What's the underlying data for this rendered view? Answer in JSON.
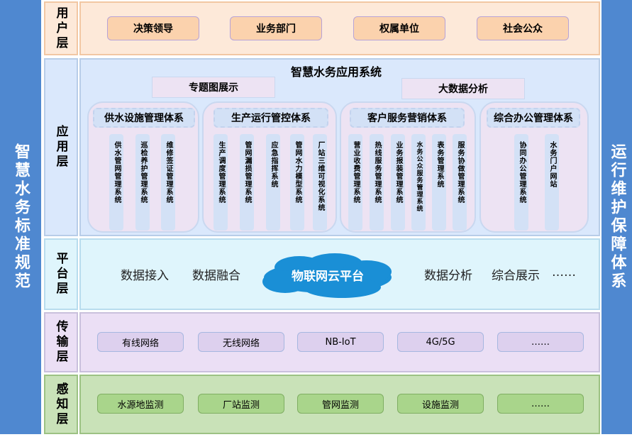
{
  "left_bar": "智慧水务标准规范",
  "right_bar": "运行维护保障体系",
  "user_layer": {
    "label": "用户层",
    "items": [
      "决策领导",
      "业务部门",
      "权属单位",
      "社会公众"
    ]
  },
  "app_layer": {
    "label": "应用层",
    "title": "智慧水务应用系统",
    "thematic": "专题图展示",
    "bigdata": "大数据分析",
    "groups": [
      {
        "title": "供水设施管理体系",
        "items": [
          "供水管网管理系统",
          "巡检养护管理系统",
          "维修签证管理系统"
        ]
      },
      {
        "title": "生产运行管控体系",
        "items": [
          "生产调度管理系统",
          "管网漏损管理系统",
          "应急指挥系统",
          "管网水力模型系统",
          "厂站三维可视化系统"
        ]
      },
      {
        "title": "客户服务营销体系",
        "items": [
          "营业收费管理系统",
          "热线服务管理系统",
          "业务报装管理系统",
          "水务公众服务管理系统",
          "表务管理系统",
          "服务协做管理系统"
        ]
      },
      {
        "title": "综合办公管理体系",
        "items": [
          "协同办公管理系统",
          "水务门户网站"
        ]
      }
    ]
  },
  "platform_layer": {
    "label": "平台层",
    "items": [
      "数据接入",
      "数据融合",
      "数据分析",
      "综合展示",
      "……"
    ],
    "cloud": "物联网云平台"
  },
  "transport_layer": {
    "label": "传输层",
    "items": [
      "有线网络",
      "无线网络",
      "NB-IoT",
      "4G/5G",
      "……"
    ]
  },
  "sensing_layer": {
    "label": "感知层",
    "items": [
      "水源地监测",
      "厂站监测",
      "管网监测",
      "设施监测",
      "……"
    ]
  }
}
